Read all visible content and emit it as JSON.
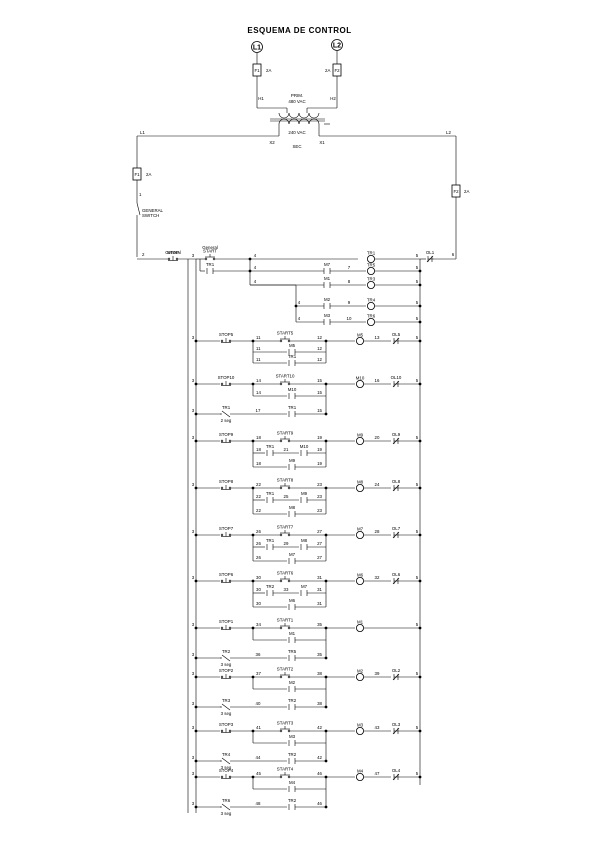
{
  "title": "ESQUEMA DE CONTROL",
  "supply": {
    "l1": "L1",
    "l2": "L2",
    "f1": "F1",
    "f2": "F2",
    "f1_rating": "2A",
    "f2_rating": "2A",
    "h1": "H1",
    "h2": "H2",
    "prim": "PRIM.",
    "prim_v": "480 VAC",
    "sec_v": "240 VAC",
    "sec": "SEC",
    "x1": "X1",
    "x2": "X2",
    "bus_l1": "L1",
    "bus_l2": "L2",
    "sec_f1": "F1",
    "sec_f2": "F2",
    "sec_f1_rating": "2A",
    "sec_f2_rating": "2A",
    "n1": "1",
    "n2": "2",
    "n3": "3",
    "n5": "5",
    "n6": "6",
    "switch": "GENERAL SWITCH",
    "stop": "STOP",
    "stop_sub": "General",
    "start": "START",
    "start_sub": "General"
  },
  "header_rungs": [
    {
      "contact": "",
      "wire_in": "4",
      "coil": "TR1",
      "wire_out": "5"
    },
    {
      "contact": "M7",
      "wire_in": "7",
      "coil": "TR5",
      "wire_out": "5"
    },
    {
      "contact": "M1",
      "wire_in": "8",
      "coil": "TR3",
      "wire_out": "5"
    },
    {
      "contact": "M2",
      "wire_in": "9",
      "coil": "TR4",
      "wire_out": "5"
    },
    {
      "contact": "M3",
      "wire_in": "10",
      "coil": "TR6",
      "wire_out": "5"
    }
  ],
  "header_misc": {
    "tr1_contact": "TR1",
    "w3": "3",
    "w4a": "4",
    "w4b": "4",
    "w4c": "4",
    "w4d": "4",
    "w4e": "4",
    "ol1": "OL1",
    "w6": "6"
  },
  "rungs": [
    {
      "stop": "STOP5",
      "start": "START5",
      "wa": "11",
      "wb": "12",
      "coil": "M5",
      "wc": "13",
      "ol": "OL5",
      "seal": [
        "M5"
      ],
      "seal2": [
        "TR1"
      ],
      "w11": "11",
      "w12": "12"
    },
    {
      "stop": "STOP10",
      "start": "START10",
      "wa": "14",
      "wb": "15",
      "coil": "M10",
      "wc": "16",
      "ol": "OL10",
      "seal": [
        "M10"
      ],
      "tr": "TR1",
      "tr_delay": "2 seg",
      "w17": "17",
      "trc": "TR1"
    },
    {
      "stop": "STOP9",
      "start": "START9",
      "wa": "18",
      "wb": "19",
      "coil": "M9",
      "wc": "20",
      "ol": "OL9",
      "p1": "TR1",
      "p2": "M10",
      "w21": "21",
      "seal": "M9"
    },
    {
      "stop": "STOP8",
      "start": "START8",
      "wa": "22",
      "wb": "23",
      "coil": "M8",
      "wc": "24",
      "ol": "OL8",
      "p1": "TR1",
      "p2": "M9",
      "w25": "25",
      "seal": "M8"
    },
    {
      "stop": "STOP7",
      "start": "START7",
      "wa": "26",
      "wb": "27",
      "coil": "M7",
      "wc": "28",
      "ol": "OL7",
      "p1": "TR1",
      "p2": "M8",
      "w29": "29",
      "seal": "M7"
    },
    {
      "stop": "STOP6",
      "start": "START6",
      "wa": "30",
      "wb": "31",
      "coil": "M6",
      "wc": "32",
      "ol": "OL6",
      "p1": "TR2",
      "p2": "M7",
      "w33": "33",
      "seal": "M6"
    },
    {
      "stop": "STOP1",
      "start": "START1",
      "wa": "34",
      "wb": "35",
      "coil": "M1",
      "seal": "M1",
      "tr": "TR2",
      "tr_delay": "3 seg",
      "w36": "36",
      "trc": "TR5"
    },
    {
      "stop": "STOP2",
      "start": "START2",
      "wa": "37",
      "wb": "38",
      "coil": "M2",
      "wc": "39",
      "ol": "OL2",
      "seal": "M2",
      "tr": "TR3",
      "tr_delay": "3 seg",
      "w40": "40",
      "trc": "TR2"
    },
    {
      "stop": "STOP3",
      "start": "START3",
      "wa": "41",
      "wb": "42",
      "coil": "M3",
      "wc": "43",
      "ol": "OL3",
      "seal": "M3",
      "tr": "TR4",
      "tr_delay": "3 seg",
      "w44": "44",
      "trc": "TR2"
    },
    {
      "stop": "STOP4",
      "start": "START4",
      "wa": "45",
      "wb": "46",
      "coil": "M4",
      "wc": "47",
      "ol": "OL4",
      "seal": "M4",
      "tr": "TR6",
      "tr_delay": "3 seg",
      "w48": "48",
      "trc": "TR2"
    }
  ],
  "w3": "3",
  "w5": "5"
}
